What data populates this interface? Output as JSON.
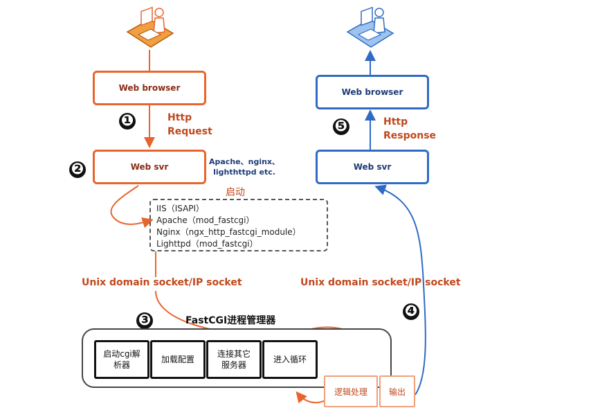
{
  "left": {
    "browser_label": "Web browser",
    "svr_label": "Web svr",
    "request_label_line1": "Http",
    "request_label_line2": "Request",
    "server_examples_line1": "Apache、nginx、",
    "server_examples_line2": "lighthttpd etc.",
    "start_label": "启动",
    "modules": [
      "IIS（ISAPI）",
      "Apache（mod_fastcgi）",
      "Nginx（ngx_http_fastcgi_module）",
      "Lighttpd（mod_fastcgi）"
    ],
    "socket_label": "Unix domain socket/IP socket",
    "step1": "❶",
    "step2": "❷",
    "step3": "❸"
  },
  "right": {
    "browser_label": "Web browser",
    "svr_label": "Web svr",
    "response_label_line1": "Http",
    "response_label_line2": "Response",
    "socket_label": "Unix domain socket/IP socket",
    "step4": "❹",
    "step5": "❺"
  },
  "fastcgi": {
    "title": "FastCGI进程管理器",
    "steps": [
      {
        "line1": "启动cgi解",
        "line2": "析器"
      },
      {
        "line1": "加载配置",
        "line2": ""
      },
      {
        "line1": "连接其它",
        "line2": "服务器"
      },
      {
        "line1": "进入循环",
        "line2": ""
      }
    ],
    "logic_label": "逻辑处理",
    "output_label": "输出"
  },
  "colors": {
    "request_flow": "#e8642c",
    "response_flow": "#2f6bc4",
    "labels_orange": "#c0481c",
    "labels_blue": "#1e3c78"
  },
  "icons": [
    "user-at-computer-icon-orange",
    "user-at-computer-icon-blue"
  ]
}
